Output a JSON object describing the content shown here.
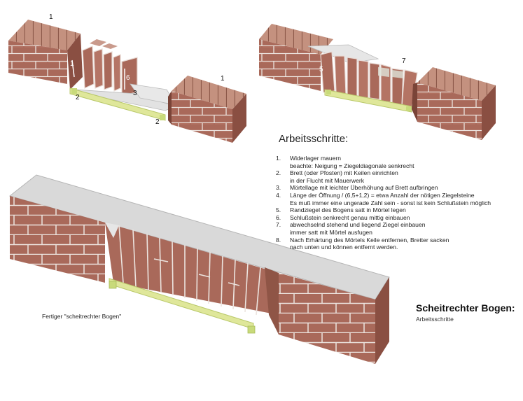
{
  "callouts": {
    "c1_top": "1",
    "c1_right": "1",
    "c1_left_brick": "1",
    "c2_left": "2",
    "c2_right": "2",
    "c3": "3",
    "c6": "6",
    "c5": "5",
    "c7": "7"
  },
  "steps": {
    "title": "Arbeitsschritte:",
    "items": [
      {
        "num": "1.",
        "lines": [
          "Widerlager mauern",
          "beachte: Neigung = Ziegeldiagonale senkrecht"
        ]
      },
      {
        "num": "2.",
        "lines": [
          "Brett (oder Pfosten) mit Keilen einrichten",
          "in der Flucht mit Mauerwerk"
        ]
      },
      {
        "num": "3.",
        "lines": [
          "Mörtellage mit leichter Überhöhung auf Brett aufbringen"
        ]
      },
      {
        "num": "4.",
        "lines": [
          "Länge der Öffnung / (6,5+1,2) = etwa Anzahl der nötigen Ziegelsteine",
          "Es muß immer eine ungerade Zahl sein - sonst ist kein Schlußstein möglich"
        ]
      },
      {
        "num": "5.",
        "lines": [
          "Randziegel des Bogens satt in Mörtel legen"
        ]
      },
      {
        "num": "6.",
        "lines": [
          "Schlußstein senkrecht genau mittig einbauen"
        ]
      },
      {
        "num": "7.",
        "lines": [
          "abwechselnd stehend und liegend Ziegel einbauen",
          "immer satt mit Mörtel ausfugen"
        ]
      },
      {
        "num": "8.",
        "lines": [
          "Nach Erhärtung des Mörtels Keile entfernen, Bretter sacken",
          "nach unten und können entfernt werden."
        ]
      }
    ]
  },
  "caption": "Fertiger \"scheitrechter Bogen\"",
  "title": "Scheitrechter Bogen:",
  "subtitle": "Arbeitsschritte",
  "colors": {
    "brick_front": "#a9695a",
    "brick_top": "#c99a8c",
    "brick_side": "#8a4f42",
    "mortar": "#e4e4e4",
    "board": "#dfe79a",
    "board_dark": "#b9c86a",
    "wedge": "#c8da7a",
    "background": "#ffffff"
  }
}
